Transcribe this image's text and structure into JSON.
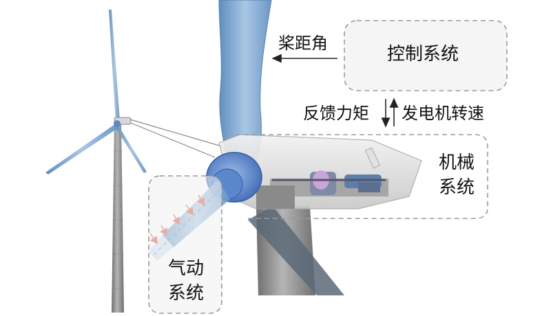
{
  "labels": {
    "pitch_angle": "桨距角",
    "control_system": "控制系统",
    "feedback_torque": "反馈力矩",
    "generator_speed": "发电机转速",
    "mechanical_system_line1": "机械",
    "mechanical_system_line2": "系统",
    "aero_system_line1": "气动",
    "aero_system_line2": "系统"
  },
  "colors": {
    "tower": "#8f8f8f",
    "blade": "#7fa8cf",
    "hub": "#4c79c4",
    "box_stroke": "#9a9a9a",
    "box_fill": "#f4f4f4",
    "arrow": "#e05a3a"
  },
  "icons": [
    "wind-turbine-overview",
    "blade-closeup",
    "nacelle-drivetrain"
  ]
}
